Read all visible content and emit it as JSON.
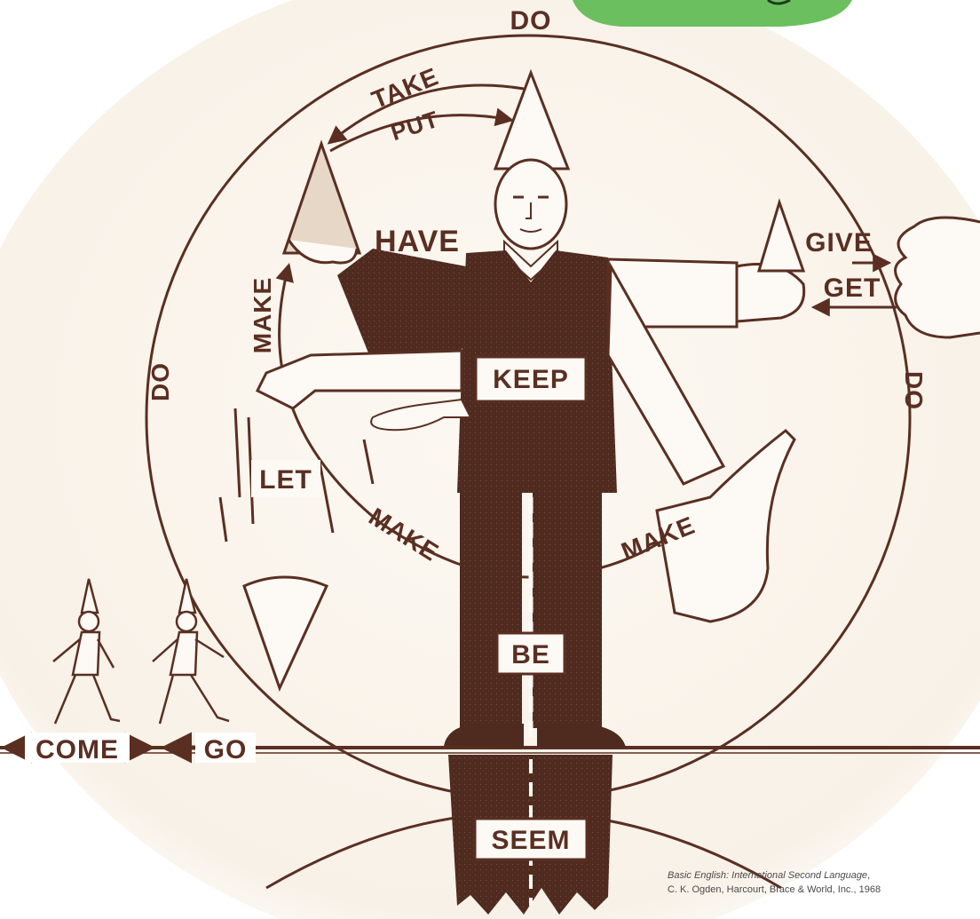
{
  "verbs": {
    "do_top": "DO",
    "do_left": "DO",
    "do_right": "DO",
    "take": "TAKE",
    "put": "PUT",
    "have": "HAVE",
    "give": "GIVE",
    "get": "GET",
    "make_left": "MAKE",
    "make_bottom_left": "MAKE",
    "make_bottom_right": "MAKE",
    "keep": "KEEP",
    "let": "LET",
    "be": "BE",
    "come": "COME",
    "go": "GO",
    "seem": "SEEM"
  },
  "caption": {
    "title": "Basic English: International Second Language",
    "source": "C. K. Ogden, Harcourt, Brace & World, Inc., 1968"
  },
  "colors": {
    "ink": "#5a2f22",
    "paper": "#fbf6ef",
    "green_badge": "#6cbf5e"
  }
}
